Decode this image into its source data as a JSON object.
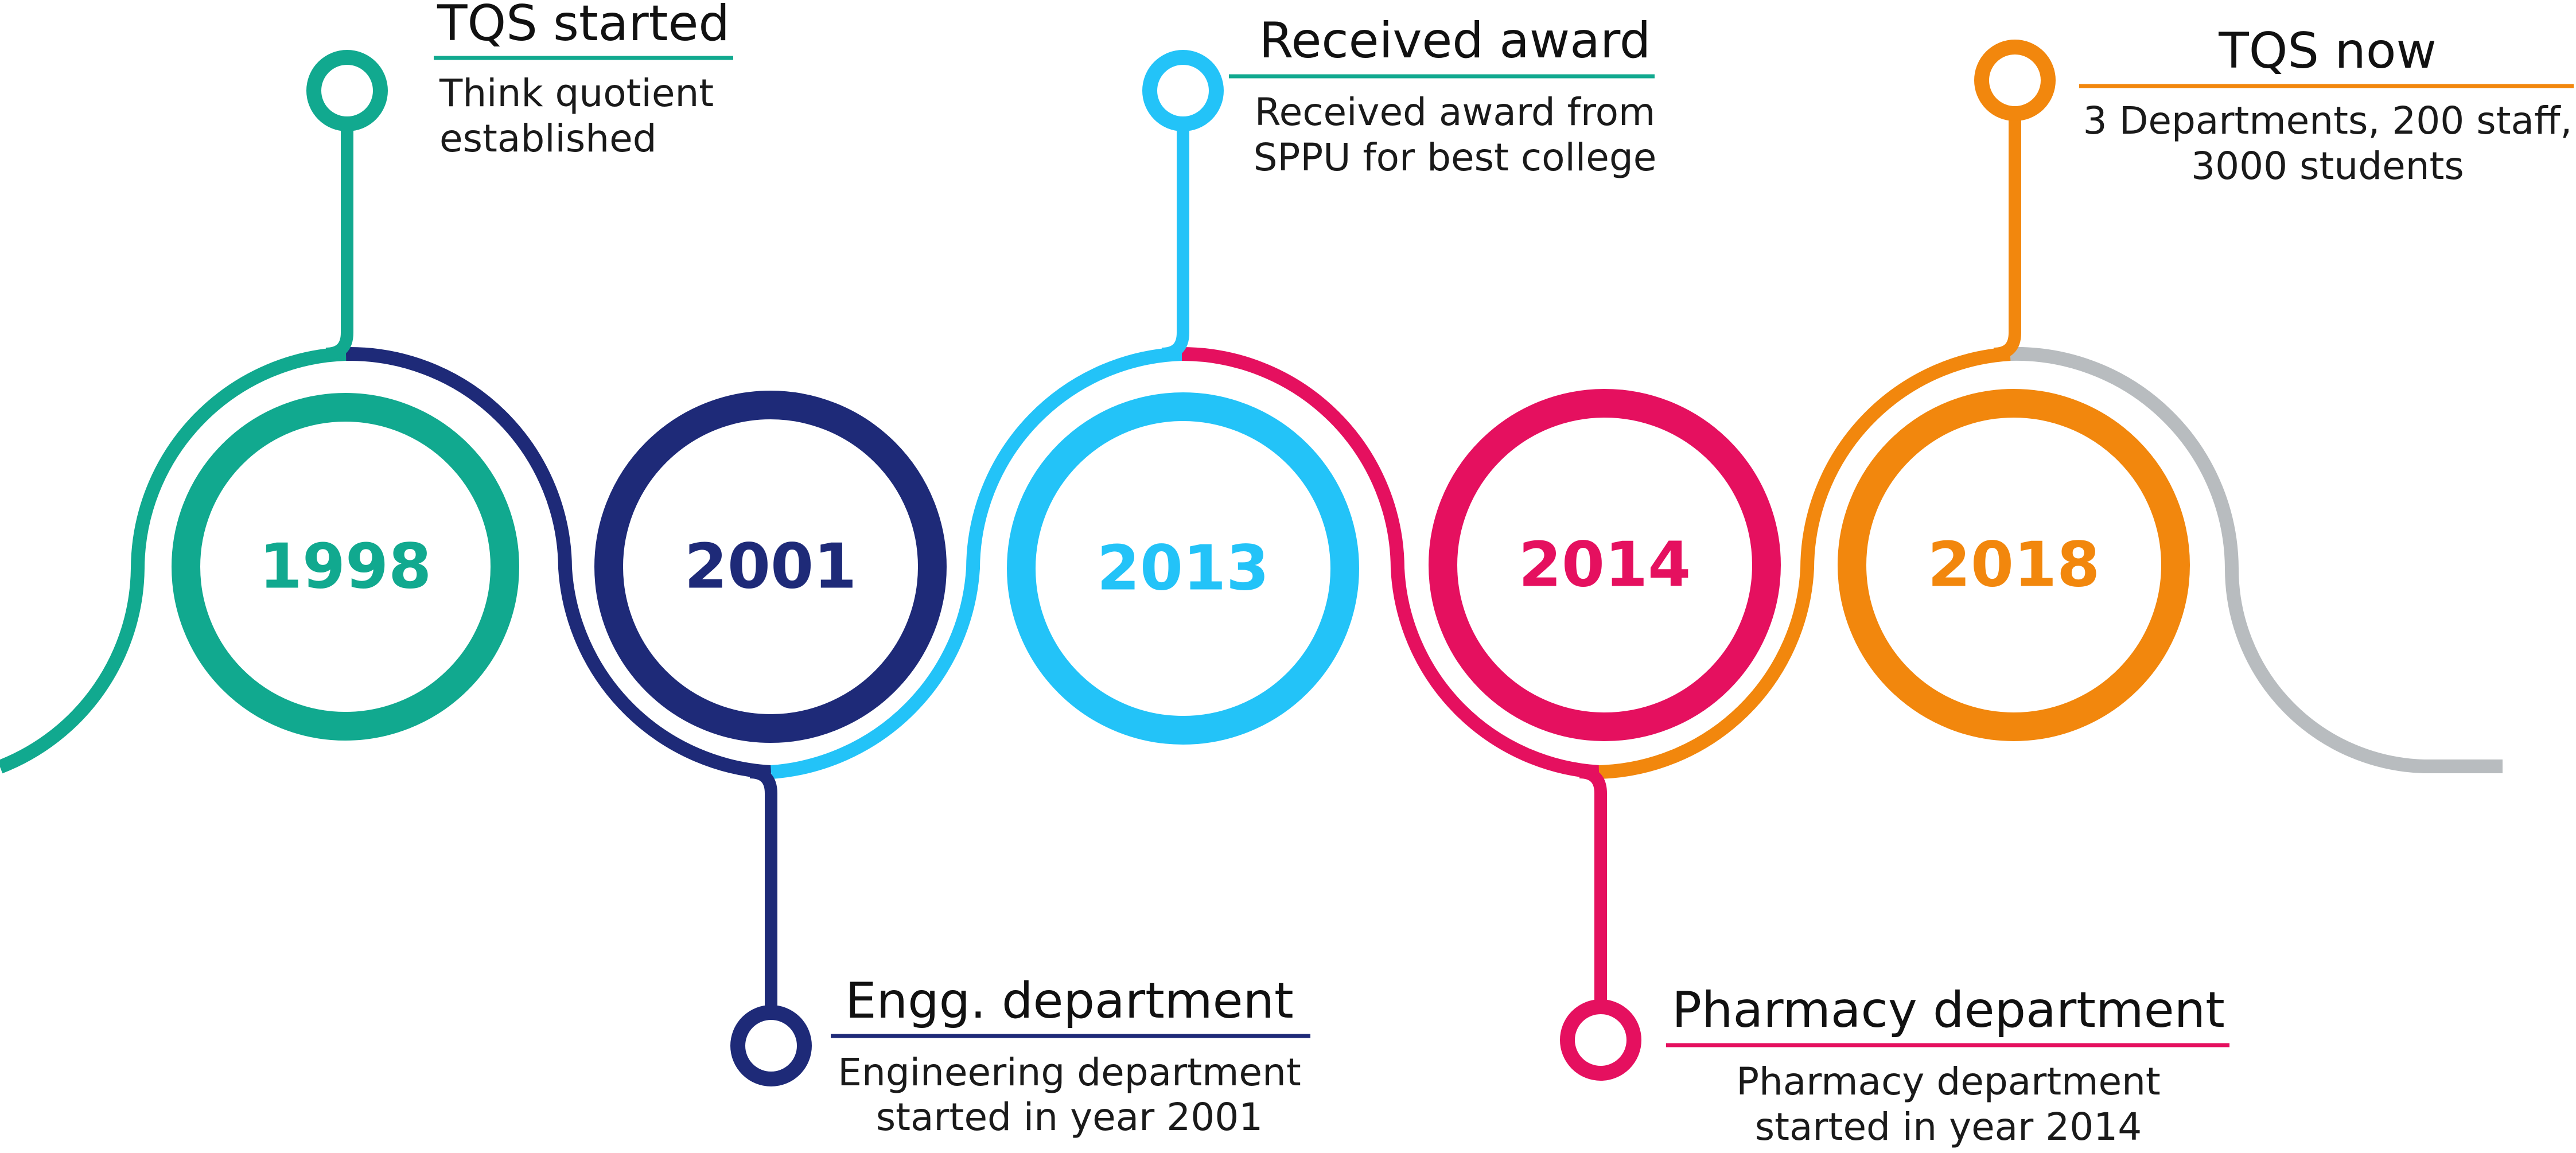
{
  "colors": {
    "teal": "#11A98F",
    "navy": "#1E2A78",
    "sky": "#23C3F8",
    "magenta": "#E5105F",
    "orange": "#F2870D",
    "gray": "#B8BCBF"
  },
  "milestones": [
    {
      "year": "1998",
      "title": "TQS started",
      "desc_line1": "Think quotient",
      "desc_line2": "established",
      "color": "#11A98F",
      "callout": "top"
    },
    {
      "year": "2001",
      "title": "Engg. department",
      "desc_line1": "Engineering department",
      "desc_line2": "started in year 2001",
      "color": "#1E2A78",
      "callout": "bottom"
    },
    {
      "year": "2013",
      "title": "Received award",
      "desc_line1": "Received award from",
      "desc_line2": "SPPU for best college",
      "color": "#23C3F8",
      "callout": "top"
    },
    {
      "year": "2014",
      "title": "Pharmacy department",
      "desc_line1": "Pharmacy department",
      "desc_line2": "started in year 2014",
      "color": "#E5105F",
      "callout": "bottom"
    },
    {
      "year": "2018",
      "title": "TQS now",
      "desc_line1": "3 Departments, 200 staff,",
      "desc_line2": "3000 students",
      "color": "#F2870D",
      "callout": "top"
    }
  ]
}
